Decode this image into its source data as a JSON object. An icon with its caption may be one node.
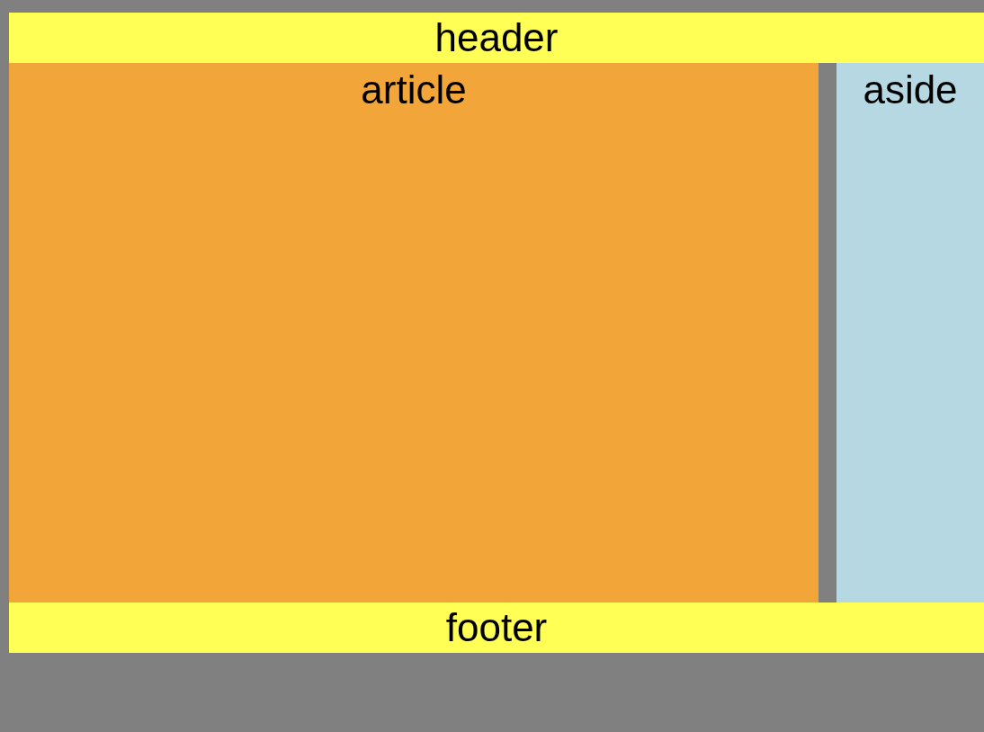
{
  "diagram": {
    "nodes": [
      {
        "text": [
          "header"
        ]
      },
      {
        "text": [
          "article"
        ]
      },
      {
        "text": [
          "aside"
        ]
      },
      {
        "text": [
          "footer"
        ]
      }
    ]
  }
}
